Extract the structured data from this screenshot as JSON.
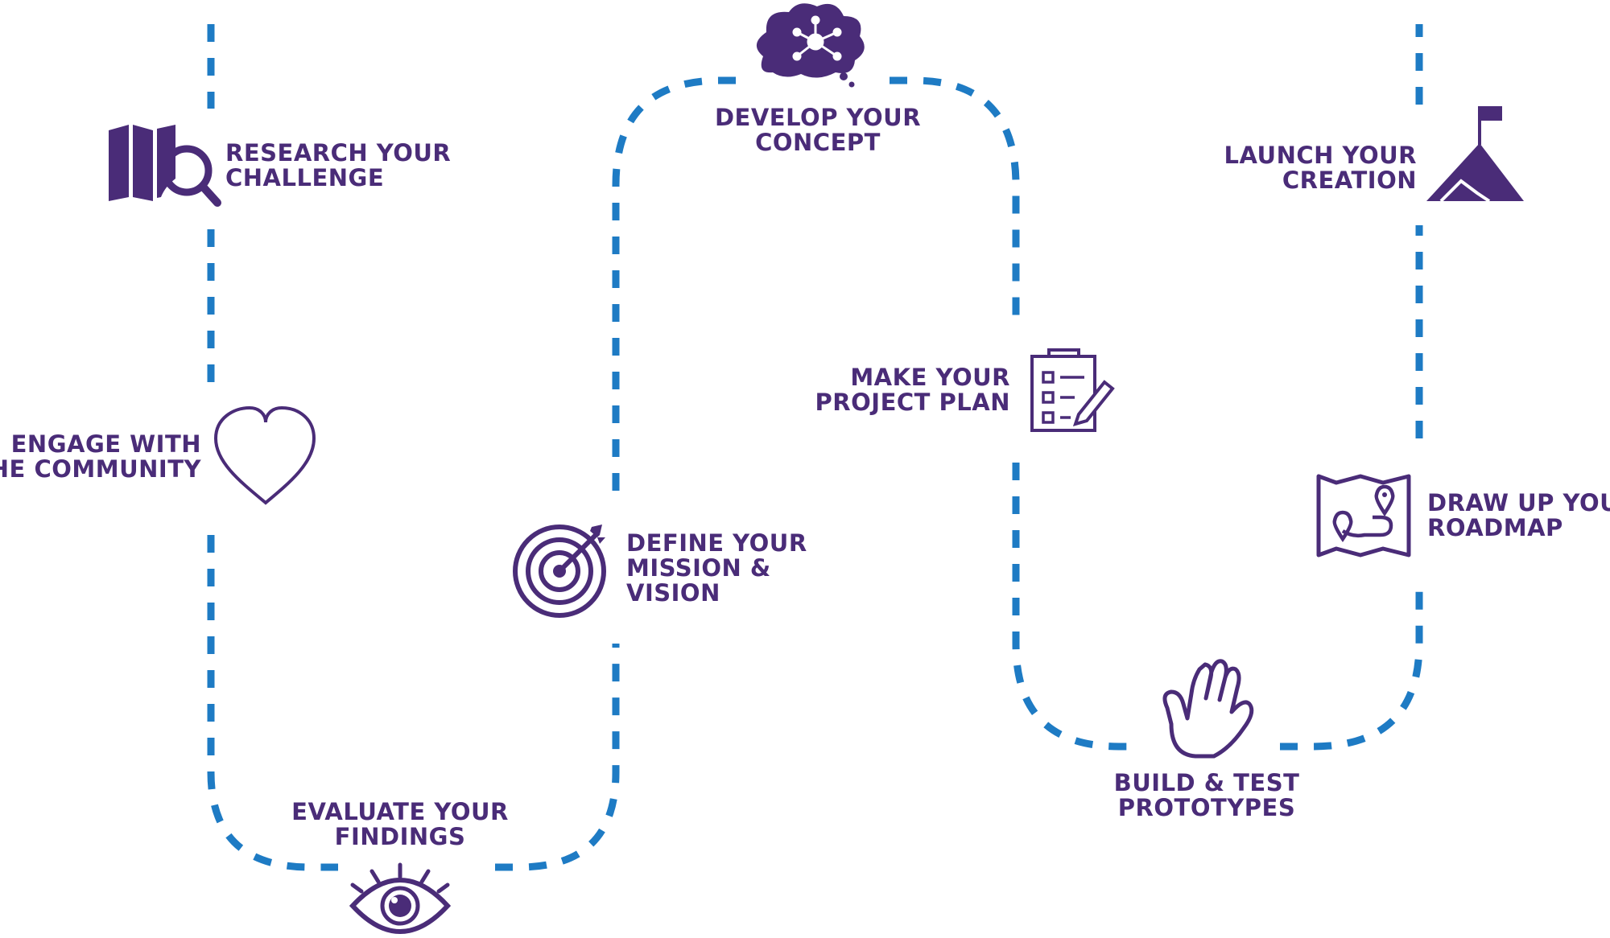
{
  "colors": {
    "path": "#1e7bc4",
    "ink": "#4a2c78",
    "background": "#ffffff"
  },
  "steps": [
    {
      "icon": "map-search-icon",
      "lines": [
        "RESEARCH YOUR",
        "CHALLENGE"
      ]
    },
    {
      "icon": "heart-icon",
      "lines": [
        "ENGAGE WITH",
        "THE COMMUNITY"
      ]
    },
    {
      "icon": "eye-icon",
      "lines": [
        "EVALUATE YOUR",
        "FINDINGS"
      ]
    },
    {
      "icon": "target-icon",
      "lines": [
        "DEFINE YOUR",
        "MISSION &",
        "VISION"
      ]
    },
    {
      "icon": "idea-cloud-icon",
      "lines": [
        "DEVELOP YOUR",
        "CONCEPT"
      ]
    },
    {
      "icon": "clipboard-checklist-icon",
      "lines": [
        "MAKE YOUR",
        "PROJECT PLAN"
      ]
    },
    {
      "icon": "hand-icon",
      "lines": [
        "BUILD & TEST",
        "PROTOTYPES"
      ]
    },
    {
      "icon": "roadmap-icon",
      "lines": [
        "DRAW UP YOUR",
        "ROADMAP"
      ]
    },
    {
      "icon": "mountain-flag-icon",
      "lines": [
        "LAUNCH YOUR",
        "CREATION"
      ]
    }
  ]
}
